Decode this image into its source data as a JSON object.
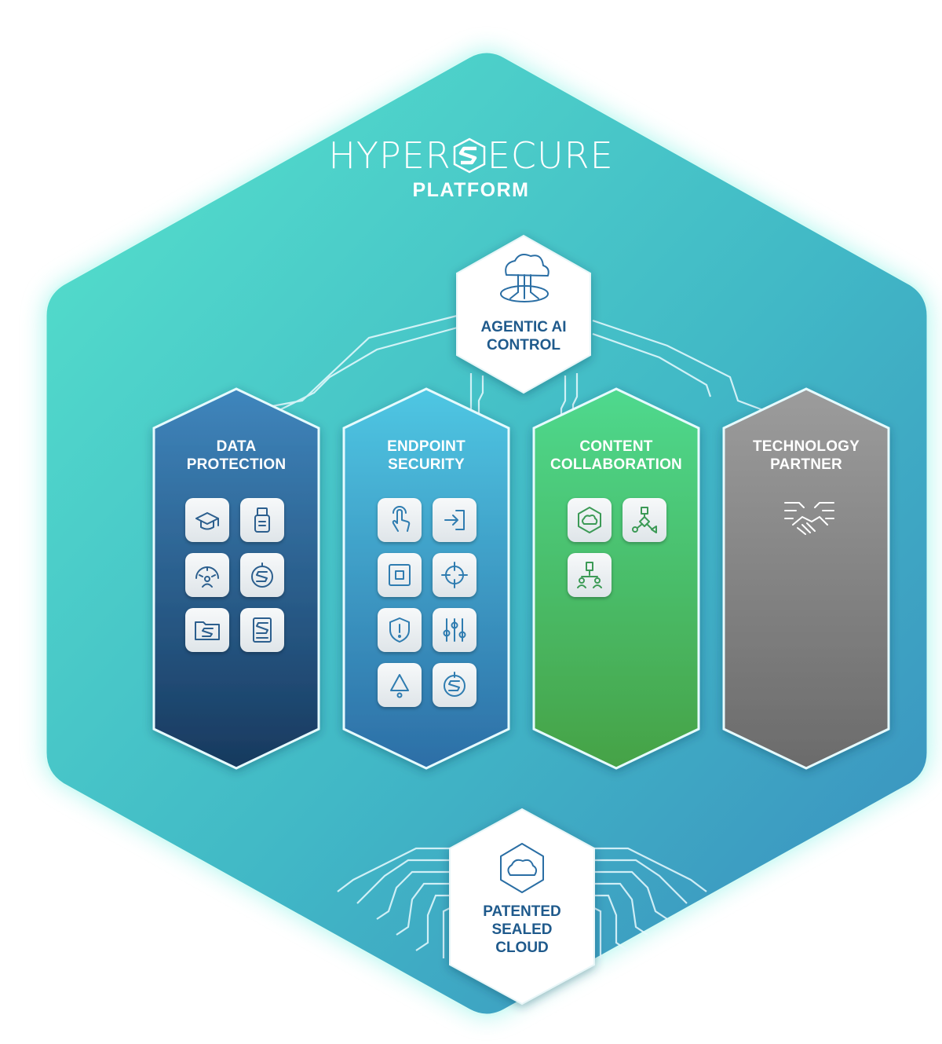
{
  "brand": {
    "wordmark_left": "HYPER",
    "wordmark_right": "ECURE",
    "subtitle": "PLATFORM",
    "logo_icon": "s-shield-logo-icon"
  },
  "top_node": {
    "lines": [
      "AGENTIC AI",
      "CONTROL"
    ],
    "icon": "cloud-ai-circuit-icon"
  },
  "bottom_node": {
    "lines": [
      "PATENTED",
      "SEALED",
      "CLOUD"
    ],
    "icon": "cloud-hexagon-icon"
  },
  "pillars": [
    {
      "id": "data-protection",
      "lines": [
        "DATA",
        "PROTECTION"
      ],
      "color_top": "#3f86bd",
      "color_bottom": "#17395e",
      "icons": [
        "graduation-cap-icon",
        "usb-drive-icon",
        "gauge-user-icon",
        "s-lock-icon",
        "folder-s-icon",
        "server-s-icon"
      ]
    },
    {
      "id": "endpoint-security",
      "lines": [
        "ENDPOINT",
        "SECURITY"
      ],
      "color_top": "#4fc7e3",
      "color_bottom": "#2c6ea6",
      "icons": [
        "touch-finger-icon",
        "sign-in-icon",
        "square-target-icon",
        "crosshair-icon",
        "shield-alert-icon",
        "sliders-icon",
        "alert-triangle-icon",
        "s-power-icon"
      ]
    },
    {
      "id": "content-collaboration",
      "lines": [
        "CONTENT",
        "COLLABORATION"
      ],
      "color_top": "#4fd98e",
      "color_bottom": "#45a246",
      "icons": [
        "cloud-hexagon-icon",
        "network-nodes-icon",
        "users-share-icon"
      ]
    },
    {
      "id": "technology-partner",
      "lines": [
        "TECHNOLOGY",
        "PARTNER"
      ],
      "color_top": "#9c9c9c",
      "color_bottom": "#6b6b6b",
      "icons": [
        "handshake-circuit-icon"
      ]
    }
  ],
  "colors": {
    "hex_top": "#4fd9c8",
    "hex_bottom": "#3a96bf",
    "glow": "#7ff0e4",
    "node_text": "#1f5a8c"
  }
}
